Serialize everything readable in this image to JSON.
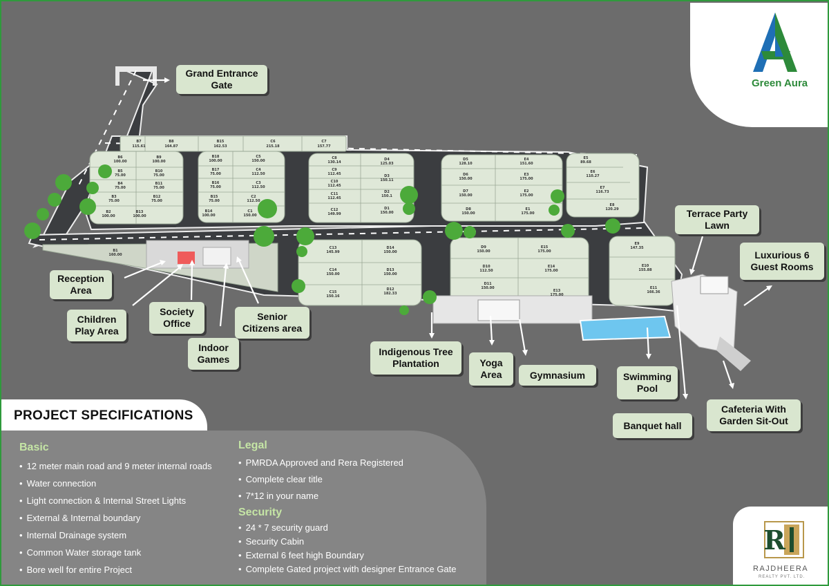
{
  "brand": {
    "name": "Green Aura",
    "colors": {
      "primary": "#2d8a3a",
      "accent": "#1f6fb5"
    }
  },
  "developer": {
    "name": "RAJDHEERA",
    "tagline": "REALTY PVT. LTD."
  },
  "amenities": {
    "grand_entrance_gate": "Grand Entrance Gate",
    "terrace_party_lawn": "Terrace Party Lawn",
    "guest_rooms": "Luxurious 6 Guest Rooms",
    "reception_area": "Reception Area",
    "children_play_area": "Children Play Area",
    "society_office": "Society Office",
    "indoor_games": "Indoor Games",
    "senior_citizens_area": "Senior Citizens area",
    "indigenous_tree_plantation": "Indigenous Tree Plantation",
    "yoga_area": "Yoga Area",
    "gymnasium": "Gymnasium",
    "swimming_pool": "Swimming Pool",
    "banquet_hall": "Banquet hall",
    "cafeteria": "Cafeteria With Garden Sit-Out"
  },
  "plots": {
    "row_b_top": [
      [
        "B7",
        "115.61"
      ],
      [
        "B8",
        "164.87"
      ],
      [
        "B15",
        "162.53"
      ],
      [
        "C6",
        "215.18"
      ],
      [
        "C7",
        "157.77"
      ]
    ],
    "block_b": [
      [
        "B6",
        "100.00"
      ],
      [
        "B9",
        "100.00"
      ],
      [
        "B5",
        "75.00"
      ],
      [
        "B10",
        "75.00"
      ],
      [
        "B4",
        "75.00"
      ],
      [
        "B11",
        "75.00"
      ],
      [
        "B3",
        "75.00"
      ],
      [
        "B12",
        "75.00"
      ],
      [
        "B2",
        "100.00"
      ],
      [
        "B13",
        "100.00"
      ]
    ],
    "block_b2": [
      [
        "B18",
        "100.00"
      ],
      [
        "C5",
        "150.00"
      ],
      [
        "B17",
        "75.00"
      ],
      [
        "C4",
        "112.50"
      ],
      [
        "B16",
        "75.00"
      ],
      [
        "C3",
        "112.50"
      ],
      [
        "B15",
        "75.00"
      ],
      [
        "C2",
        "112.50"
      ],
      [
        "B14",
        "100.00"
      ],
      [
        "C1",
        "150.00"
      ]
    ],
    "block_c": [
      [
        "C8",
        "130.14"
      ],
      [
        "D4",
        "125.03"
      ],
      [
        "C9",
        "112.45"
      ],
      [
        "D3",
        "150.11"
      ],
      [
        "C10",
        "112.45"
      ],
      [
        "D2",
        "150.1"
      ],
      [
        "C11",
        "112.45"
      ],
      [
        "D1",
        "150.00"
      ],
      [
        "C12",
        "149.99"
      ]
    ],
    "block_d": [
      [
        "D5",
        "128.10"
      ],
      [
        "E4",
        "151.60"
      ],
      [
        "D6",
        "150.00"
      ],
      [
        "E3",
        "175.00"
      ],
      [
        "D7",
        "150.00"
      ],
      [
        "E2",
        "175.00"
      ],
      [
        "D8",
        "150.00"
      ],
      [
        "E1",
        "175.00"
      ]
    ],
    "block_e": [
      [
        "E5",
        "89.68"
      ],
      [
        "E6",
        "110.27"
      ],
      [
        "E7",
        "116.73"
      ],
      [
        "E8",
        "120.29"
      ]
    ],
    "block_c2": [
      [
        "C13",
        "145.99"
      ],
      [
        "D14",
        "150.00"
      ],
      [
        "C14",
        "150.00"
      ],
      [
        "D13",
        "150.00"
      ],
      [
        "C15",
        "150.16"
      ],
      [
        "D12",
        "182.33"
      ]
    ],
    "block_d2": [
      [
        "D9",
        "150.00"
      ],
      [
        "E15",
        "175.00"
      ],
      [
        "D10",
        "112.50"
      ],
      [
        "E14",
        "175.00"
      ],
      [
        "D11",
        "150.00"
      ],
      [
        "E13",
        "175.00"
      ]
    ],
    "block_e2": [
      [
        "E9",
        "147.35"
      ],
      [
        "E10",
        "155.88"
      ],
      [
        "E11",
        "166.36"
      ]
    ],
    "clubhouse": [
      [
        "B1",
        "160.00"
      ]
    ]
  },
  "specs": {
    "title": "PROJECT SPECIFICATIONS",
    "basic": {
      "heading": "Basic",
      "items": [
        "12 meter main road and 9 meter internal roads",
        "Water connection",
        "Light connection & Internal Street Lights",
        "External & Internal boundary",
        "Internal Drainage system",
        "Common Water storage tank",
        "Bore well for entire Project"
      ]
    },
    "legal": {
      "heading": "Legal",
      "items": [
        "PMRDA Approved and Rera Registered",
        "Complete clear title",
        "7*12 in your name"
      ]
    },
    "security": {
      "heading": "Security",
      "items": [
        "24 * 7 security guard",
        "Security Cabin",
        "External 6 feet high Boundary",
        "Complete Gated project with designer Entrance Gate"
      ]
    }
  }
}
